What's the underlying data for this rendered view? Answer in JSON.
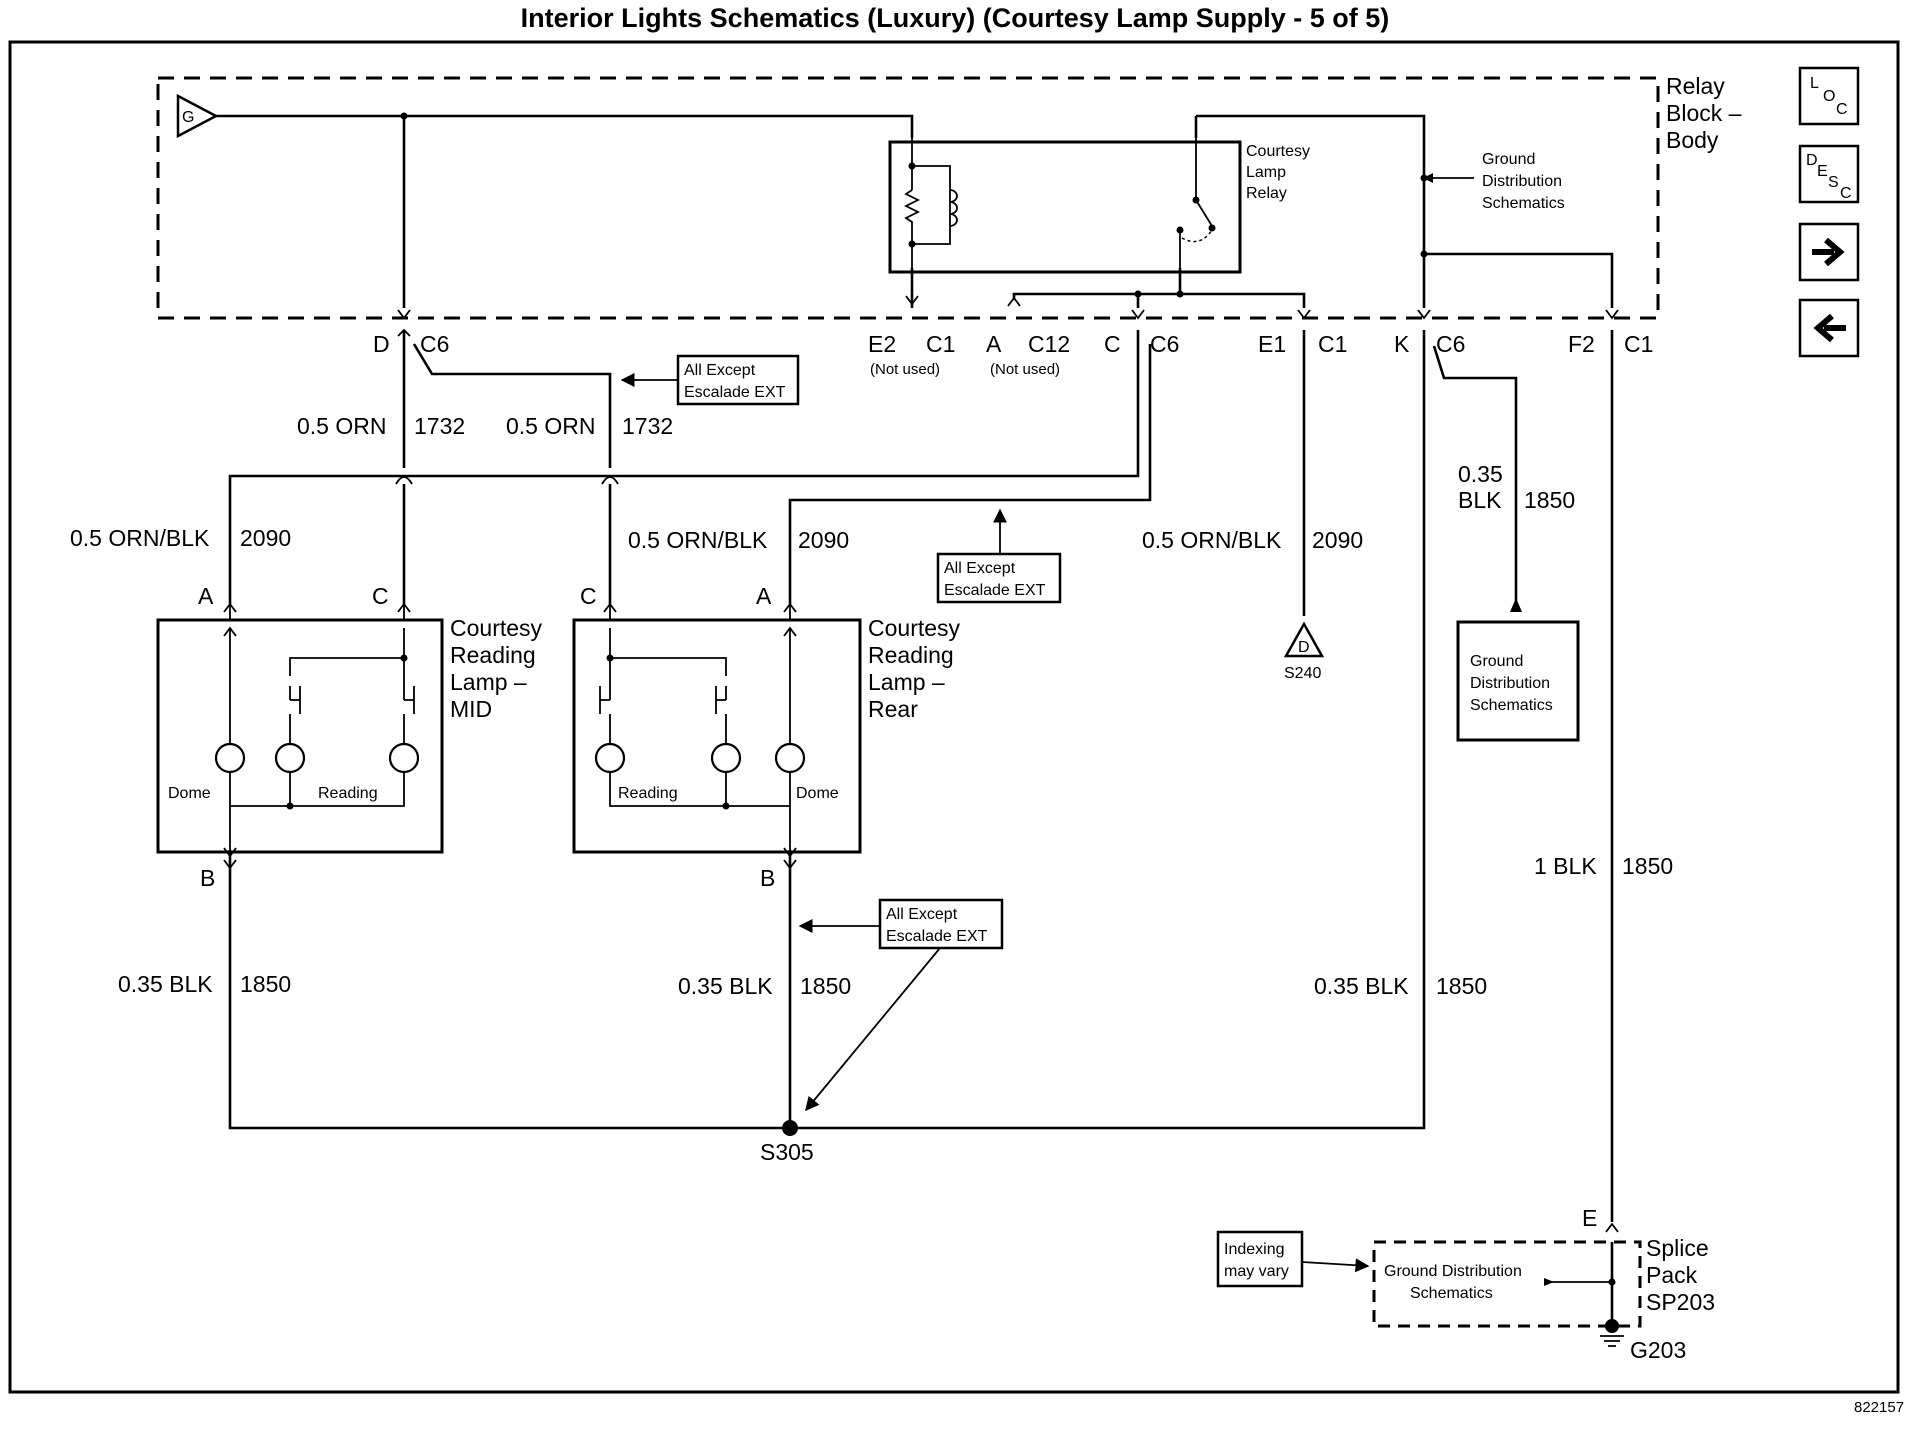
{
  "title": "Interior Lights Schematics (Luxury) (Courtesy Lamp Supply - 5 of 5)",
  "figure_id": "822157",
  "nav": {
    "loc": {
      "l1": "L",
      "l2": "O",
      "l3": "C"
    },
    "desc": {
      "l1": "D",
      "l2": "E",
      "l3": "S",
      "l4": "C"
    },
    "icons": [
      "loc-icon",
      "desc-icon",
      "arrow-right-icon",
      "arrow-left-icon"
    ]
  },
  "relay_block": {
    "line1": "Relay",
    "line2": "Block –",
    "line3": "Body",
    "g_symbol": "G",
    "relay": {
      "line1": "Courtesy",
      "line2": "Lamp",
      "line3": "Relay"
    },
    "ground_ref": {
      "line1": "Ground",
      "line2": "Distribution",
      "line3": "Schematics"
    }
  },
  "connectors": {
    "d_c6": {
      "pin": "D",
      "conn": "C6"
    },
    "e2_c1": {
      "pin": "E2",
      "conn": "C1",
      "note": "(Not used)"
    },
    "a_c12": {
      "pin": "A",
      "conn": "C12",
      "note": "(Not used)"
    },
    "c_c6": {
      "pin": "C",
      "conn": "C6"
    },
    "e1_c1": {
      "pin": "E1",
      "conn": "C1"
    },
    "k_c6": {
      "pin": "K",
      "conn": "C6"
    },
    "f2_c1": {
      "pin": "F2",
      "conn": "C1"
    }
  },
  "wires": {
    "orn_1732_a": {
      "color": "0.5 ORN",
      "circuit": "1732"
    },
    "orn_1732_b": {
      "color": "0.5 ORN",
      "circuit": "1732"
    },
    "ornblk_2090_a": {
      "color": "0.5 ORN/BLK",
      "circuit": "2090"
    },
    "ornblk_2090_b": {
      "color": "0.5 ORN/BLK",
      "circuit": "2090"
    },
    "ornblk_2090_c": {
      "color": "0.5 ORN/BLK",
      "circuit": "2090"
    },
    "blk_1850_k": {
      "l1": "0.35",
      "l2": "BLK",
      "circuit": "1850"
    },
    "blk_1850_f2": {
      "color": "1 BLK",
      "circuit": "1850"
    },
    "blk_1850_mid": {
      "color": "0.35 BLK",
      "circuit": "1850"
    },
    "blk_1850_rear": {
      "color": "0.35 BLK",
      "circuit": "1850"
    },
    "blk_1850_right": {
      "color": "0.35 BLK",
      "circuit": "1850"
    }
  },
  "notes": {
    "all_except_1": {
      "l1": "All Except",
      "l2": "Escalade EXT"
    },
    "all_except_2": {
      "l1": "All Except",
      "l2": "Escalade EXT"
    },
    "all_except_3": {
      "l1": "All Except",
      "l2": "Escalade EXT"
    },
    "indexing": {
      "l1": "Indexing",
      "l2": "may vary"
    }
  },
  "lamp_mid": {
    "l1": "Courtesy",
    "l2": "Reading",
    "l3": "Lamp –",
    "l4": "MID",
    "pins": {
      "a": "A",
      "c": "C",
      "b": "B"
    },
    "dome": "Dome",
    "reading": "Reading"
  },
  "lamp_rear": {
    "l1": "Courtesy",
    "l2": "Reading",
    "l3": "Lamp –",
    "l4": "Rear",
    "pins": {
      "a": "A",
      "c": "C",
      "b": "B"
    },
    "dome": "Dome",
    "reading": "Reading"
  },
  "s240": {
    "symbol": "D",
    "label": "S240"
  },
  "ground_box": {
    "l1": "Ground",
    "l2": "Distribution",
    "l3": "Schematics"
  },
  "s305": "S305",
  "splice_pack": {
    "pin": "E",
    "l1": "Splice",
    "l2": "Pack",
    "l3": "SP203",
    "inner_l1": "Ground Distribution",
    "inner_l2": "Schematics",
    "ground": "G203"
  }
}
